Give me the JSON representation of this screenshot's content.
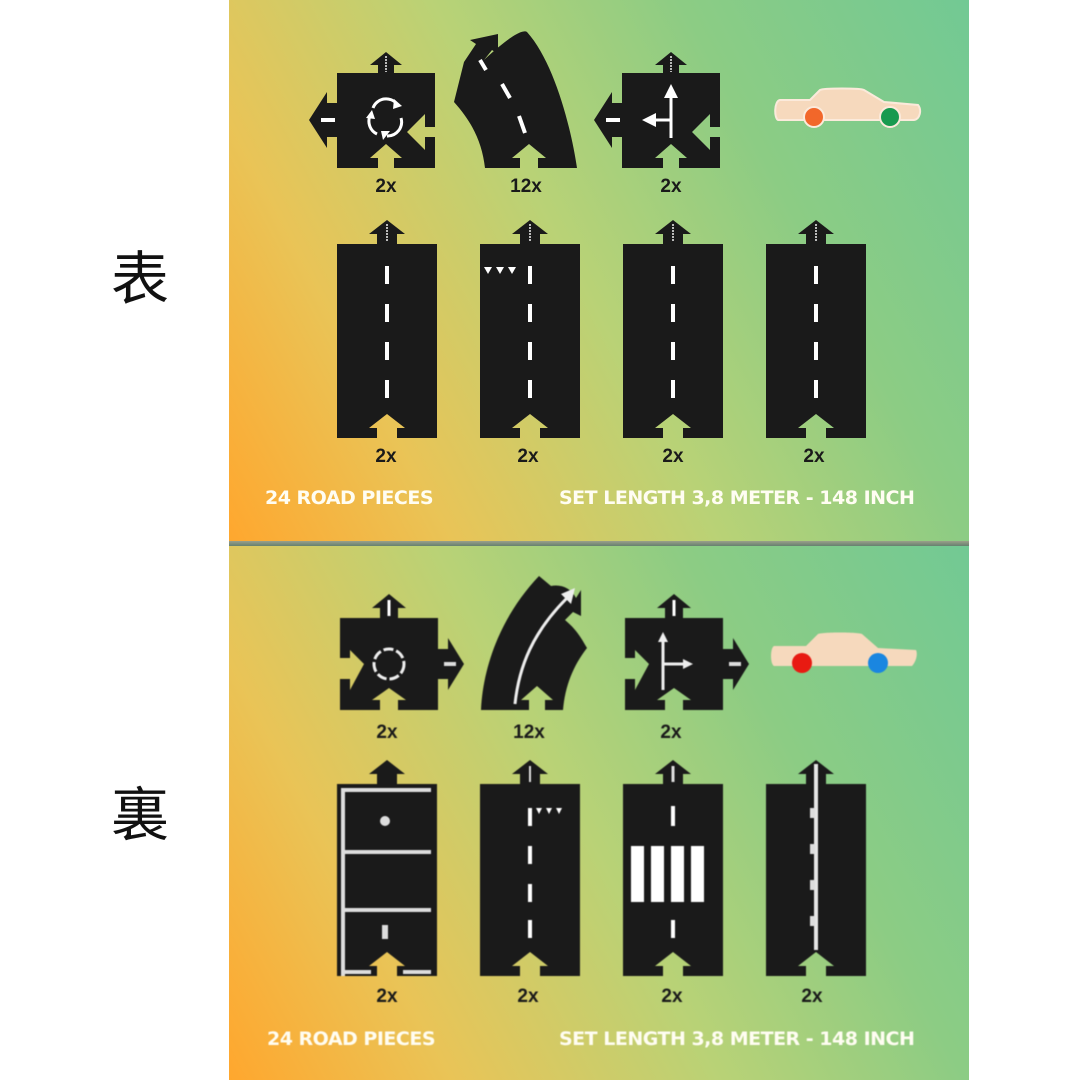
{
  "labels": {
    "front": "表",
    "back": "裏"
  },
  "front_panel": {
    "pieces_row1": [
      {
        "type": "roundabout-junction",
        "count": "2x"
      },
      {
        "type": "curve",
        "count": "12x"
      },
      {
        "type": "t-junction-left-straight",
        "count": "2x"
      }
    ],
    "car": {
      "body_color": "#f6d9bd",
      "front_wheel_color": "#f2672a",
      "rear_wheel_color": "#179a4f"
    },
    "pieces_row2": [
      {
        "type": "straight-dashed",
        "count": "2x"
      },
      {
        "type": "straight-give-way",
        "count": "2x"
      },
      {
        "type": "straight-dashed",
        "count": "2x"
      },
      {
        "type": "straight-dashed",
        "count": "2x"
      }
    ],
    "footer_left": "24 ROAD PIECES",
    "footer_right": "SET LENGTH 3,8 METER - 148 INCH"
  },
  "back_panel": {
    "pieces_row1": [
      {
        "type": "roundabout-junction",
        "count": "2x"
      },
      {
        "type": "curve-solid",
        "count": "12x"
      },
      {
        "type": "t-junction-right-straight",
        "count": "2x"
      }
    ],
    "car": {
      "body_color": "#f6d9bd",
      "front_wheel_color": "#e81a12",
      "rear_wheel_color": "#1a86e0"
    },
    "pieces_row2": [
      {
        "type": "parking",
        "count": "2x"
      },
      {
        "type": "straight-give-way",
        "count": "2x"
      },
      {
        "type": "crosswalk",
        "count": "2x"
      },
      {
        "type": "solid-line",
        "count": "2x"
      }
    ],
    "footer_left": "24 ROAD PIECES",
    "footer_right": "SET LENGTH 3,8 METER - 148 INCH"
  },
  "colors": {
    "road": "#1a1a1a",
    "marking": "#ffffff",
    "gradient_orange": "#ffa72e",
    "gradient_green": "#72c994",
    "footer_text": "#fffdf2"
  }
}
